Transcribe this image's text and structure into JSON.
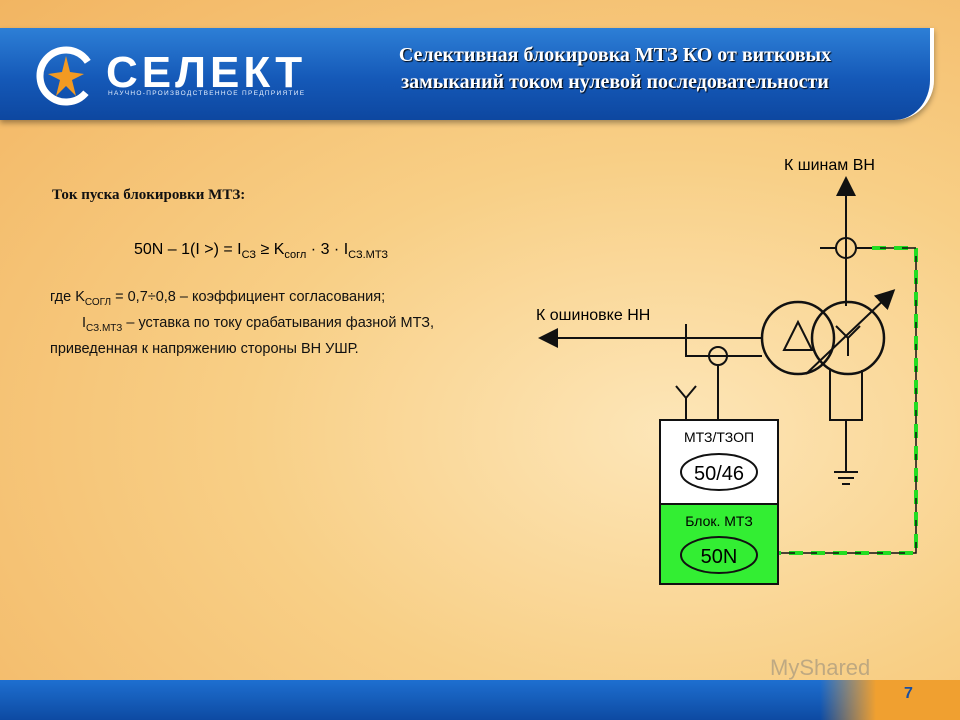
{
  "logo": {
    "name": "СЕЛЕКТ",
    "subtitle": "НАУЧНО-ПРОИЗВОДСТВЕННОЕ ПРЕДПРИЯТИЕ"
  },
  "title": {
    "line1": "Селективная блокировка МТЗ КО от витковых",
    "line2": "замыканий током нулевой последовательности"
  },
  "heading": "Ток пуска блокировки МТЗ:",
  "formula": {
    "lhs": "50N – 1(I >) = I",
    "sub1": "СЗ",
    "mid": " ≥ K",
    "sub2": "согл",
    "mid2": " · 3 · I",
    "sub3": "СЗ.МТЗ"
  },
  "text": {
    "line1_prefix": "где  K",
    "line1_sub": "СОГЛ",
    "line1_rest": " = 0,7÷0,8 – коэффициент согласования;",
    "line2_prefix": "I",
    "line2_sub": "СЗ.МТЗ",
    "line2_rest": " – уставка по току срабатывания фазной МТЗ,",
    "line3": "приведенная к напряжению стороны ВН УШР."
  },
  "diagram": {
    "label_hv": "К шинам ВН",
    "label_lv": "К ошиновке НН",
    "relay1_title": "МТЗ/ТЗОП",
    "relay1_code": "50/46",
    "relay2_title": "Блок. МТЗ",
    "relay2_code": "50N",
    "colors": {
      "green": "#22dd22",
      "block_green": "#33ee33",
      "line": "#111111"
    }
  },
  "watermark": "MyShared",
  "page_number": "7"
}
